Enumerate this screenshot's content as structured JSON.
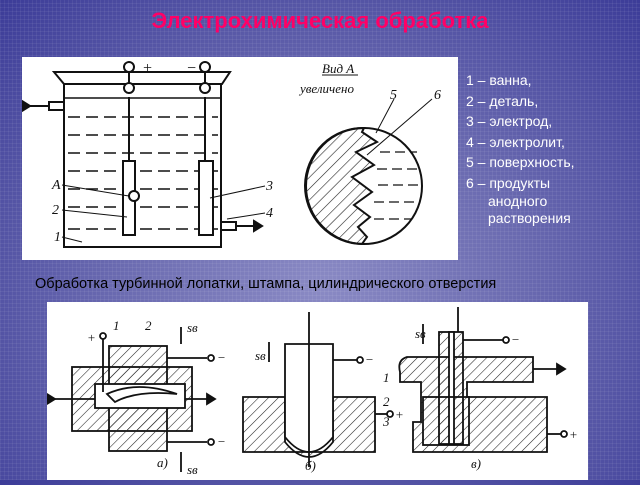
{
  "title": "Электрохимическая обработка",
  "figure1": {
    "labels": {
      "plus": "+",
      "minus": "−",
      "A": "A",
      "n1": "1",
      "n2": "2",
      "n3": "3",
      "n4": "4",
      "n5": "5",
      "n6": "6",
      "view_title": "Вид A",
      "view_sub": "увеличено"
    }
  },
  "legend": [
    {
      "text": "1 – ванна,"
    },
    {
      "text": "2 – деталь,"
    },
    {
      "text": "3 – электрод,"
    },
    {
      "text": "4 – электролит,"
    },
    {
      "text": "5 – поверхность,"
    },
    {
      "text": "6 – продукты",
      "cont": [
        "анодного",
        "растворения"
      ]
    }
  ],
  "caption": "Обработка турбинной лопатки, штампа, цилиндрического отверстия",
  "figure2": {
    "labels": {
      "a": "а)",
      "b": "б)",
      "v": "в)",
      "sv": "sв",
      "n1": "1",
      "n2": "2",
      "n3": "3",
      "plus": "+",
      "minus": "−"
    }
  },
  "colors": {
    "title": "#ff0066",
    "legend": "#ffffff",
    "background": "#5a5aa8"
  }
}
